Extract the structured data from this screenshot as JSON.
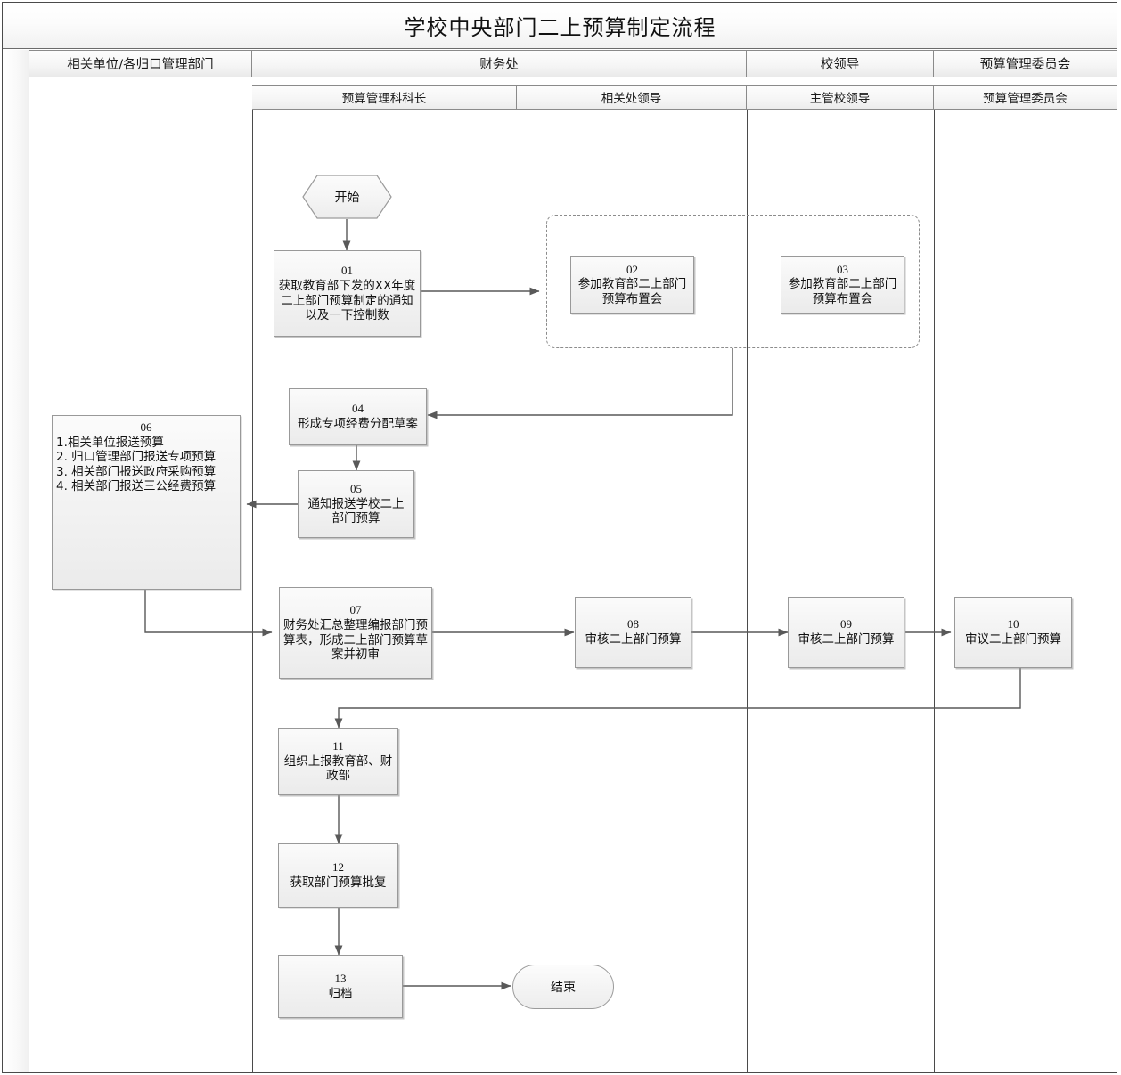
{
  "title": "学校中央部门二上预算制定流程",
  "lanes": {
    "headers": [
      {
        "label": "相关单位/各归口管理部门"
      },
      {
        "label": "财务处"
      },
      {
        "label": "校领导"
      },
      {
        "label": "预算管理委员会"
      }
    ],
    "sublanes": [
      {
        "label": "预算管理科科长"
      },
      {
        "label": "相关处领导"
      },
      {
        "label": "主管校领导"
      },
      {
        "label": "预算管理委员会"
      }
    ]
  },
  "terminators": {
    "start": "开始",
    "end": "结束"
  },
  "nodes": [
    {
      "id": "01",
      "num": "01",
      "text": "获取教育部下发的XX年度二上部门预算制定的通知以及一下控制数"
    },
    {
      "id": "02",
      "num": "02",
      "text": "参加教育部二上部门预算布置会"
    },
    {
      "id": "03",
      "num": "03",
      "text": "参加教育部二上部门预算布置会"
    },
    {
      "id": "04",
      "num": "04",
      "text": "形成专项经费分配草案"
    },
    {
      "id": "05",
      "num": "05",
      "text": "通知报送学校二上部门预算"
    },
    {
      "id": "06",
      "num": "06",
      "text": "1.相关单位报送预算\n2. 归口管理部门报送专项预算\n3. 相关部门报送政府采购预算\n4. 相关部门报送三公经费预算"
    },
    {
      "id": "07",
      "num": "07",
      "text": "财务处汇总整理编报部门预算表，形成二上部门预算草案并初审"
    },
    {
      "id": "08",
      "num": "08",
      "text": "审核二上部门预算"
    },
    {
      "id": "09",
      "num": "09",
      "text": "审核二上部门预算"
    },
    {
      "id": "10",
      "num": "10",
      "text": "审议二上部门预算"
    },
    {
      "id": "11",
      "num": "11",
      "text": "组织上报教育部、财政部"
    },
    {
      "id": "12",
      "num": "12",
      "text": "获取部门预算批复"
    },
    {
      "id": "13",
      "num": "13",
      "text": "归档"
    }
  ],
  "colors": {
    "frame_border": "#4a4a4a",
    "shape_border": "#999999",
    "shape_fill": "#f4f4f4",
    "connector": "#595959",
    "dashed_group": "#8c8c8c",
    "text": "#111111"
  }
}
